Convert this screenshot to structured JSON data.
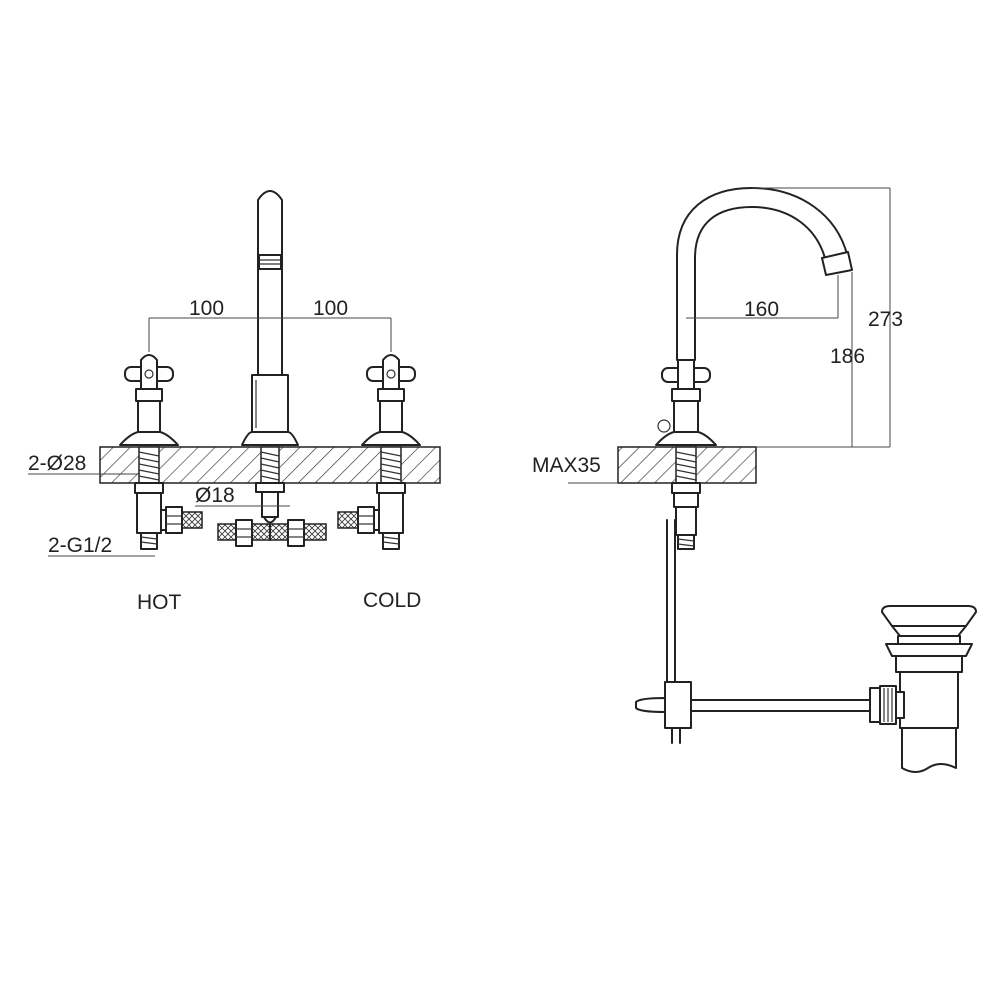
{
  "labels": {
    "front_left_spacing": "100",
    "front_right_spacing": "100",
    "hole_diameter": "2-Ø28",
    "spout_tail_diameter": "Ø18",
    "inlet_thread": "2-G1/2",
    "hot": "HOT",
    "cold": "COLD",
    "spout_reach": "160",
    "spout_height_total": "273",
    "spout_outlet_height": "186",
    "deck_thickness": "MAX35"
  },
  "colors": {
    "line": "#222222",
    "background": "#ffffff"
  }
}
